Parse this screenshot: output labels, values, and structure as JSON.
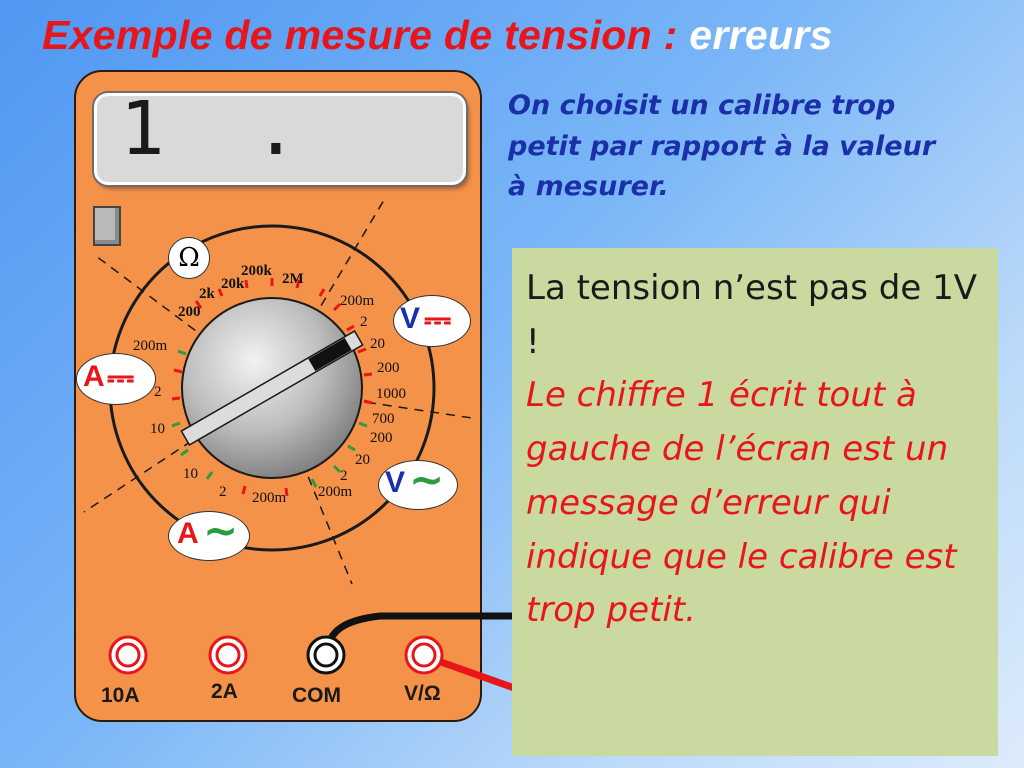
{
  "title": {
    "main": "Exemple de mesure de tension :",
    "accent": "erreurs"
  },
  "display": {
    "value": "1  ."
  },
  "dial": {
    "ohm_symbol": "Ω",
    "ohm_ranges": [
      "200",
      "2k",
      "20k",
      "200k",
      "2M"
    ],
    "dcv_ranges": [
      "200m",
      "2",
      "20",
      "200",
      "1000"
    ],
    "acv_ranges": [
      "700",
      "200",
      "20",
      "2",
      "200m"
    ],
    "aca_ranges": [
      "200m",
      "2",
      "10"
    ],
    "dca_ranges": [
      "200m",
      "2",
      "10"
    ]
  },
  "modes": {
    "dc_voltage": {
      "letter": "V",
      "symbol": "⎓"
    },
    "ac_voltage": {
      "letter": "V",
      "symbol": "~"
    },
    "dc_current": {
      "letter": "A",
      "symbol": "⎓"
    },
    "ac_current": {
      "letter": "A",
      "symbol": "~"
    }
  },
  "jacks": [
    "10A",
    "2A",
    "COM",
    "V/Ω"
  ],
  "note": "On choisit un calibre trop petit par rapport à la valeur à mesurer.",
  "explanation": {
    "statement": "La tension n’est pas de 1V !",
    "detail": "Le chiffre 1 écrit tout à gauche de l’écran est un message d’erreur qui indique que le calibre est trop petit."
  }
}
